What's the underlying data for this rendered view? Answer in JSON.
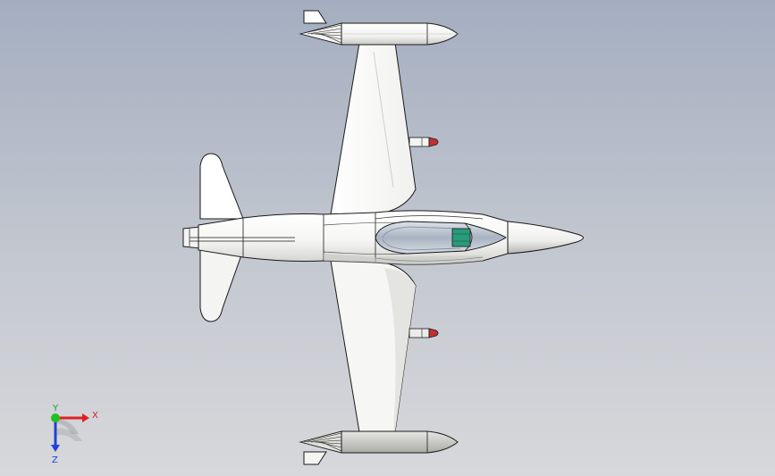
{
  "viewport": {
    "background_top": "#a4aec0",
    "background_bottom": "#d7d8db"
  },
  "model": {
    "body_color": "#ffffff",
    "edge_color": "#1a1a1a",
    "canopy_color": "#b7c0cc",
    "instrument_color": "#2a9a7a",
    "missile_tip_color": "#c23030"
  },
  "triad": {
    "x_label": "X",
    "y_label": "Y",
    "z_label": "Z",
    "x_color": "#e02020",
    "y_color": "#20c020",
    "z_color": "#2040e0"
  }
}
